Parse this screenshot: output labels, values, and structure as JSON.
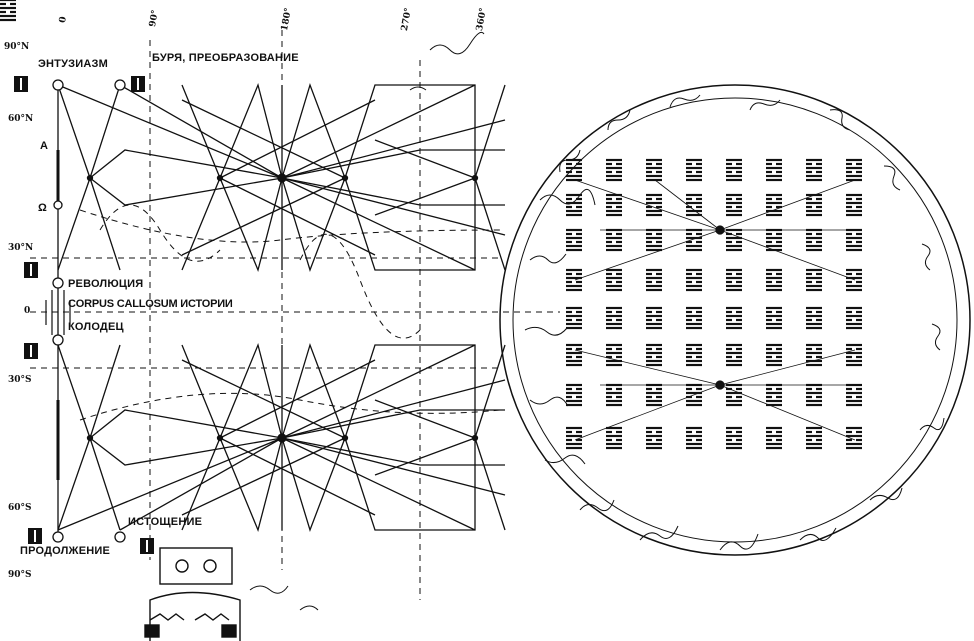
{
  "labels": {
    "enthusiasm": "ЭНТУЗИАЗМ",
    "storm": "БУРЯ, ПРЕОБРАЗОВАНИЕ",
    "revolution": "РЕВОЛЮЦИЯ",
    "corpus": "CORPUS CALLOSUM ИСТОРИИ",
    "well": "КОЛОДЕЦ",
    "continuation": "ПРОДОЛЖЕНИЕ",
    "exhaustion": "ИСТОЩЕНИЕ",
    "marker_a": "A",
    "marker_omega": "Ω"
  },
  "longitude_ticks": [
    "0",
    "90°",
    "180°",
    "270°",
    "360°"
  ],
  "latitude_ticks": [
    "90°N",
    "60°N",
    "30°N",
    "0",
    "30°S",
    "60°S",
    "90°S"
  ]
}
